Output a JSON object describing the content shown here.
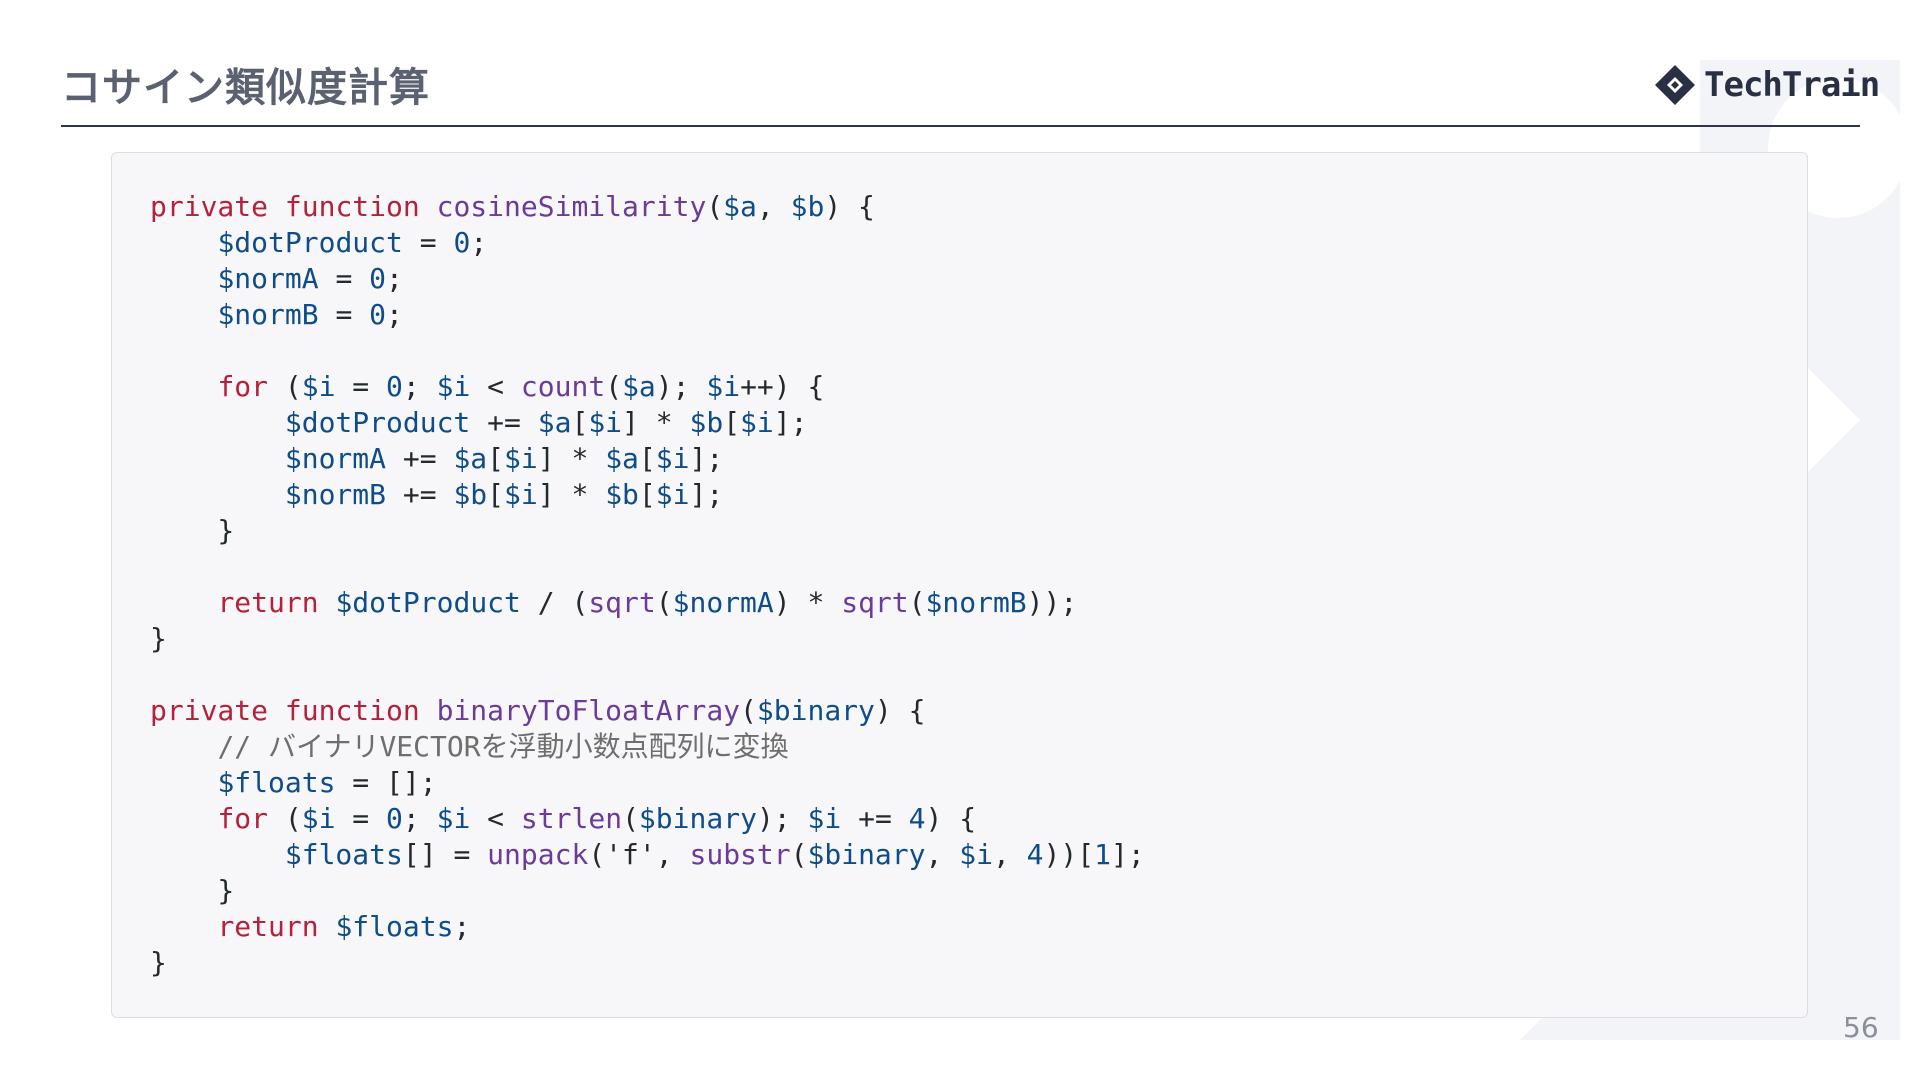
{
  "slide": {
    "title": "コサイン類似度計算",
    "logo_text": "TechTrain",
    "page_number": "56"
  },
  "colors": {
    "keyword": "#b5203b",
    "function": "#6b3b9a",
    "variable": "#0f4c8a",
    "number": "#0f4c8a",
    "comment": "#6e6e6e",
    "plain": "#24292e",
    "panel_bg": "#f7f7f9",
    "title": "#5b6170",
    "rule": "#2f3545"
  },
  "code": {
    "language": "php",
    "lines": [
      [
        [
          "kw",
          "private"
        ],
        [
          "p",
          " "
        ],
        [
          "kw",
          "function"
        ],
        [
          "p",
          " "
        ],
        [
          "fn",
          "cosineSimilarity"
        ],
        [
          "p",
          "("
        ],
        [
          "var",
          "$a"
        ],
        [
          "p",
          ", "
        ],
        [
          "var",
          "$b"
        ],
        [
          "p",
          ") {"
        ]
      ],
      [
        [
          "p",
          "    "
        ],
        [
          "var",
          "$dotProduct"
        ],
        [
          "p",
          " = "
        ],
        [
          "num",
          "0"
        ],
        [
          "p",
          ";"
        ]
      ],
      [
        [
          "p",
          "    "
        ],
        [
          "var",
          "$normA"
        ],
        [
          "p",
          " = "
        ],
        [
          "num",
          "0"
        ],
        [
          "p",
          ";"
        ]
      ],
      [
        [
          "p",
          "    "
        ],
        [
          "var",
          "$normB"
        ],
        [
          "p",
          " = "
        ],
        [
          "num",
          "0"
        ],
        [
          "p",
          ";"
        ]
      ],
      [],
      [
        [
          "p",
          "    "
        ],
        [
          "kw",
          "for"
        ],
        [
          "p",
          " ("
        ],
        [
          "var",
          "$i"
        ],
        [
          "p",
          " = "
        ],
        [
          "num",
          "0"
        ],
        [
          "p",
          "; "
        ],
        [
          "var",
          "$i"
        ],
        [
          "p",
          " < "
        ],
        [
          "fn",
          "count"
        ],
        [
          "p",
          "("
        ],
        [
          "var",
          "$a"
        ],
        [
          "p",
          "); "
        ],
        [
          "var",
          "$i"
        ],
        [
          "p",
          "++) {"
        ]
      ],
      [
        [
          "p",
          "        "
        ],
        [
          "var",
          "$dotProduct"
        ],
        [
          "p",
          " += "
        ],
        [
          "var",
          "$a"
        ],
        [
          "p",
          "["
        ],
        [
          "var",
          "$i"
        ],
        [
          "p",
          "] * "
        ],
        [
          "var",
          "$b"
        ],
        [
          "p",
          "["
        ],
        [
          "var",
          "$i"
        ],
        [
          "p",
          "];"
        ]
      ],
      [
        [
          "p",
          "        "
        ],
        [
          "var",
          "$normA"
        ],
        [
          "p",
          " += "
        ],
        [
          "var",
          "$a"
        ],
        [
          "p",
          "["
        ],
        [
          "var",
          "$i"
        ],
        [
          "p",
          "] * "
        ],
        [
          "var",
          "$a"
        ],
        [
          "p",
          "["
        ],
        [
          "var",
          "$i"
        ],
        [
          "p",
          "];"
        ]
      ],
      [
        [
          "p",
          "        "
        ],
        [
          "var",
          "$normB"
        ],
        [
          "p",
          " += "
        ],
        [
          "var",
          "$b"
        ],
        [
          "p",
          "["
        ],
        [
          "var",
          "$i"
        ],
        [
          "p",
          "] * "
        ],
        [
          "var",
          "$b"
        ],
        [
          "p",
          "["
        ],
        [
          "var",
          "$i"
        ],
        [
          "p",
          "];"
        ]
      ],
      [
        [
          "p",
          "    }"
        ]
      ],
      [],
      [
        [
          "p",
          "    "
        ],
        [
          "kw",
          "return"
        ],
        [
          "p",
          " "
        ],
        [
          "var",
          "$dotProduct"
        ],
        [
          "p",
          " / ("
        ],
        [
          "fn",
          "sqrt"
        ],
        [
          "p",
          "("
        ],
        [
          "var",
          "$normA"
        ],
        [
          "p",
          ") * "
        ],
        [
          "fn",
          "sqrt"
        ],
        [
          "p",
          "("
        ],
        [
          "var",
          "$normB"
        ],
        [
          "p",
          "));"
        ]
      ],
      [
        [
          "p",
          "}"
        ]
      ],
      [],
      [
        [
          "kw",
          "private"
        ],
        [
          "p",
          " "
        ],
        [
          "kw",
          "function"
        ],
        [
          "p",
          " "
        ],
        [
          "fn",
          "binaryToFloatArray"
        ],
        [
          "p",
          "("
        ],
        [
          "var",
          "$binary"
        ],
        [
          "p",
          ") {"
        ]
      ],
      [
        [
          "p",
          "    "
        ],
        [
          "cm",
          "// バイナリVECTORを浮動小数点配列に変換"
        ]
      ],
      [
        [
          "p",
          "    "
        ],
        [
          "var",
          "$floats"
        ],
        [
          "p",
          " = [];"
        ]
      ],
      [
        [
          "p",
          "    "
        ],
        [
          "kw",
          "for"
        ],
        [
          "p",
          " ("
        ],
        [
          "var",
          "$i"
        ],
        [
          "p",
          " = "
        ],
        [
          "num",
          "0"
        ],
        [
          "p",
          "; "
        ],
        [
          "var",
          "$i"
        ],
        [
          "p",
          " < "
        ],
        [
          "fn",
          "strlen"
        ],
        [
          "p",
          "("
        ],
        [
          "var",
          "$binary"
        ],
        [
          "p",
          "); "
        ],
        [
          "var",
          "$i"
        ],
        [
          "p",
          " += "
        ],
        [
          "num",
          "4"
        ],
        [
          "p",
          ") {"
        ]
      ],
      [
        [
          "p",
          "        "
        ],
        [
          "var",
          "$floats"
        ],
        [
          "p",
          "[] = "
        ],
        [
          "fn",
          "unpack"
        ],
        [
          "p",
          "('f', "
        ],
        [
          "fn",
          "substr"
        ],
        [
          "p",
          "("
        ],
        [
          "var",
          "$binary"
        ],
        [
          "p",
          ", "
        ],
        [
          "var",
          "$i"
        ],
        [
          "p",
          ", "
        ],
        [
          "num",
          "4"
        ],
        [
          "p",
          "))["
        ],
        [
          "num",
          "1"
        ],
        [
          "p",
          "];"
        ]
      ],
      [
        [
          "p",
          "    }"
        ]
      ],
      [
        [
          "p",
          "    "
        ],
        [
          "kw",
          "return"
        ],
        [
          "p",
          " "
        ],
        [
          "var",
          "$floats"
        ],
        [
          "p",
          ";"
        ]
      ],
      [
        [
          "p",
          "}"
        ]
      ]
    ]
  }
}
